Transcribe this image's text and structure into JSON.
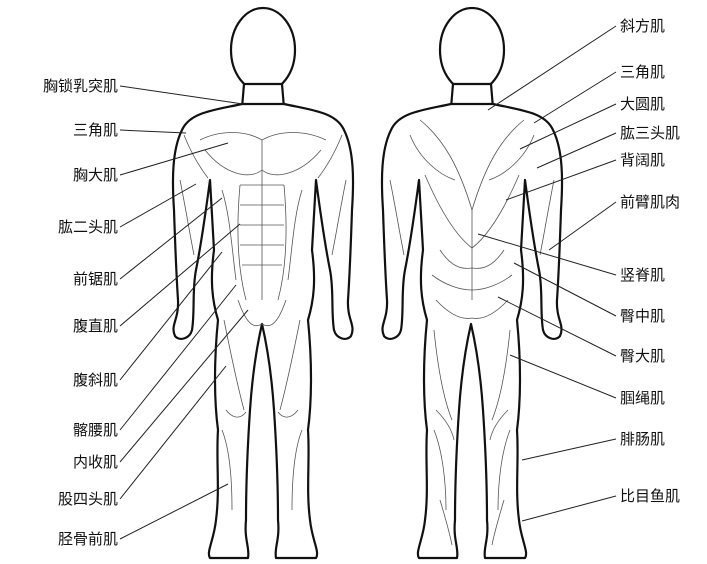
{
  "front_labels": [
    "胸锁乳突肌",
    "三角肌",
    "胸大肌",
    "肱二头肌",
    "前锯肌",
    "腹直肌",
    "腹斜肌",
    "髂腰肌",
    "内收肌",
    "股四头肌",
    "胫骨前肌"
  ],
  "back_labels": [
    "斜方肌",
    "三角肌",
    "大圆肌",
    "肱三头肌",
    "背阔肌",
    "前臂肌肉",
    "竖脊肌",
    "臀中肌",
    "臀大肌",
    "腘绳肌",
    "腓肠肌",
    "比目鱼肌"
  ]
}
